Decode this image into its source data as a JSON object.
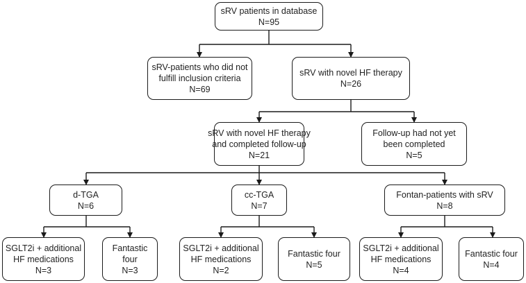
{
  "nodes": {
    "database": {
      "lines": [
        "sRV patients in database",
        "N=95"
      ]
    },
    "excluded": {
      "lines": [
        "sRV-patients who did not",
        "fulfill inclusion criteria",
        "N=69"
      ]
    },
    "novel_hf": {
      "lines": [
        "sRV with novel HF therapy",
        "N=26"
      ]
    },
    "completed": {
      "lines": [
        "sRV with novel HF therapy",
        "and completed follow-up",
        "N=21"
      ]
    },
    "not_completed": {
      "lines": [
        "Follow-up had not yet",
        "been completed",
        "N=5"
      ]
    },
    "dtga": {
      "lines": [
        "d-TGA",
        "N=6"
      ]
    },
    "cctga": {
      "lines": [
        "cc-TGA",
        "N=7"
      ]
    },
    "fontan": {
      "lines": [
        "Fontan-patients with sRV",
        "N=8"
      ]
    },
    "dtga_sglt2i": {
      "lines": [
        "SGLT2i + additional",
        "HF medications",
        "N=3"
      ]
    },
    "dtga_ff": {
      "lines": [
        "Fantastic",
        "four",
        "N=3"
      ]
    },
    "cctga_sglt2i": {
      "lines": [
        "SGLT2i + additional",
        "HF medications",
        "N=2"
      ]
    },
    "cctga_ff": {
      "lines": [
        "Fantastic four",
        "N=5"
      ]
    },
    "fontan_sglt2i": {
      "lines": [
        "SGLT2i + additional",
        "HF medications",
        "N=4"
      ]
    },
    "fontan_ff": {
      "lines": [
        "Fantastic four",
        "N=4"
      ]
    }
  }
}
